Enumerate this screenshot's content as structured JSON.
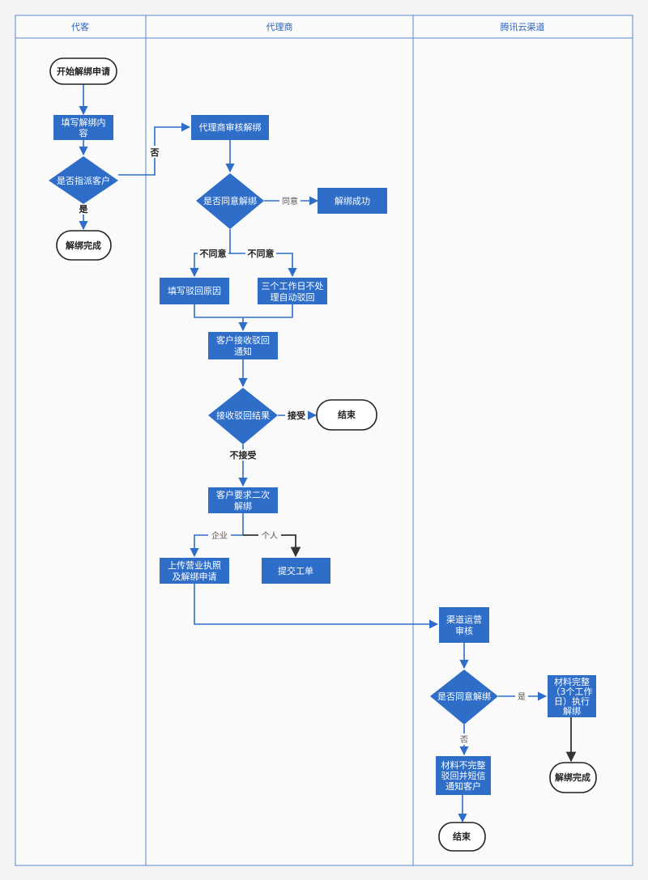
{
  "colors": {
    "box_fill": "#2e6ec9",
    "line": "#2e6ec9",
    "dark_line": "#333333",
    "lane_border": "#5a86cf",
    "lane_title": "#2f63b8",
    "terminal_stroke": "#222222",
    "lane_bg": "#fafafb"
  },
  "lanes": {
    "lane1": "代客",
    "lane2": "代理商",
    "lane3": "腾讯云渠道"
  },
  "nodes": {
    "start": "开始解绑申请",
    "fill_content": {
      "line1": "填写解绑内",
      "line2": "容"
    },
    "is_designated": "是否指派客户",
    "unbind_done_1": "解绑完成",
    "agent_review": "代理商审核解绑",
    "agree_q1": "是否同意解绑",
    "unbind_success": "解绑成功",
    "fill_reason": "填写驳回原因",
    "auto_reject": {
      "line1": "三个工作日不处",
      "line2": "理自动驳回"
    },
    "recv_notice": {
      "line1": "客户接收驳回",
      "line2": "通知"
    },
    "recv_result_q": "接收驳回结果",
    "end_1": "结束",
    "second_request": {
      "line1": "客户要求二次",
      "line2": "解绑"
    },
    "upload_license": {
      "line1": "上传营业执照",
      "line2": "及解绑申请"
    },
    "submit_ticket": "提交工单",
    "channel_review": {
      "line1": "渠道运营",
      "line2": "审核"
    },
    "agree_q2": "是否同意解绑",
    "materials_ok": {
      "line1": "材料完整",
      "line2": "（3个工作",
      "line3": "日）执行",
      "line4": "解绑"
    },
    "materials_bad": {
      "line1": "材料不完整",
      "line2": "驳回并短信",
      "line3": "通知客户"
    },
    "end_2": "结束",
    "unbind_done_2": "解绑完成"
  },
  "edge_labels": {
    "no_1": "否",
    "yes_1": "是",
    "agree": "同意",
    "disagree_left": "不同意",
    "disagree_right": "不同意",
    "accept": "接受",
    "not_accept": "不接受",
    "enterprise": "企业",
    "personal": "个人",
    "yes_2": "是",
    "no_2": "否"
  }
}
